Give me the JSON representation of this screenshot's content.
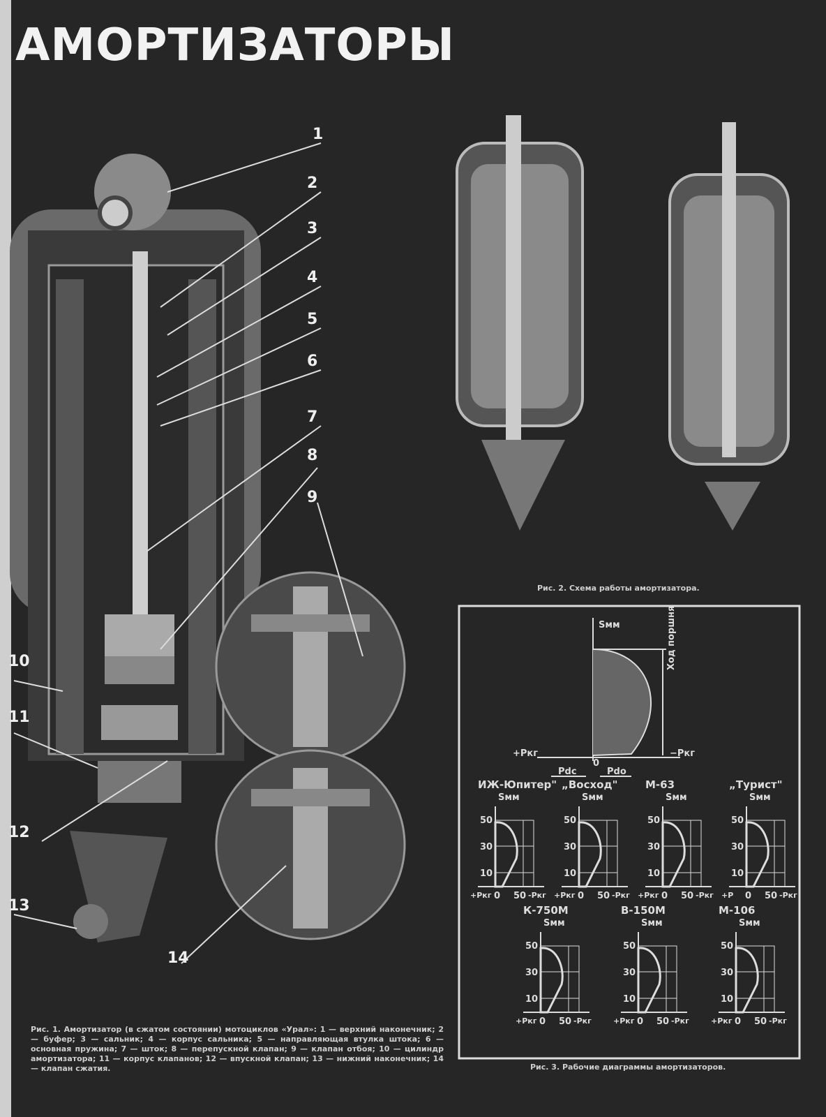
{
  "title": "АМОРТИЗАТОРЫ",
  "fig1": {
    "callouts": [
      "1",
      "2",
      "3",
      "4",
      "5",
      "6",
      "7",
      "8",
      "9",
      "10",
      "11",
      "12",
      "13",
      "14"
    ],
    "caption": "Рис. 1. Амортизатор (в сжатом состоянии) мотоциклов «Урал»: 1 — верхний наконечник; 2 — буфер; 3 — сальник; 4 — корпус сальника; 5 — направляющая втулка штока; 6 — основная пружина; 7 — шток; 8 — перепускной клапан; 9 — клапан отбоя; 10 — цилиндр амортизатора; 11 — корпус клапанов; 12 — впускной клапан; 13 — нижний наконечник; 14 — клапан сжатия."
  },
  "fig2": {
    "caption": "Рис. 2. Схема работы амортизатора."
  },
  "fig3": {
    "caption": "Рис. 3. Рабочие диаграммы амортизаторов.",
    "main": {
      "y_label": "Sмм",
      "stroke_label": "Ход поршня",
      "left_label": "+Pкг",
      "right_label": "−Pкг",
      "origin": "0",
      "pdc": "Pdc",
      "pdo": "Pdo"
    },
    "charts": [
      {
        "name": "ИЖ-Юпитер\"",
        "ylabel": "Sмм",
        "yticks": [
          "50",
          "30",
          "10"
        ],
        "xticks": [
          "+Pкг",
          "0",
          "50",
          "-Pкг"
        ]
      },
      {
        "name": "„Восход\"",
        "ylabel": "Sмм",
        "yticks": [
          "50",
          "30",
          "10"
        ],
        "xticks": [
          "+Pкг",
          "0",
          "50",
          "-Pкг"
        ]
      },
      {
        "name": "М-63",
        "ylabel": "Sмм",
        "yticks": [
          "50",
          "30",
          "10"
        ],
        "xticks": [
          "+Pкг",
          "0",
          "50",
          "-Pкг"
        ]
      },
      {
        "name": "„Турист\"",
        "ylabel": "Sмм",
        "yticks": [
          "50",
          "30",
          "10"
        ],
        "xticks": [
          "+P",
          "0",
          "50",
          "-Pкг"
        ]
      },
      {
        "name": "К-750М",
        "ylabel": "Sмм",
        "yticks": [
          "50",
          "30",
          "10"
        ],
        "xticks": [
          "+Pкг",
          "0",
          "50",
          "-Pкг"
        ]
      },
      {
        "name": "В-150М",
        "ylabel": "Sмм",
        "yticks": [
          "50",
          "30",
          "10"
        ],
        "xticks": [
          "+Pкг",
          "0",
          "50",
          "-Pкг"
        ]
      },
      {
        "name": "М-106",
        "ylabel": "Sмм",
        "yticks": [
          "50",
          "30",
          "10"
        ],
        "xticks": [
          "+Pкг",
          "0",
          "50",
          "-Pкг"
        ]
      }
    ]
  }
}
